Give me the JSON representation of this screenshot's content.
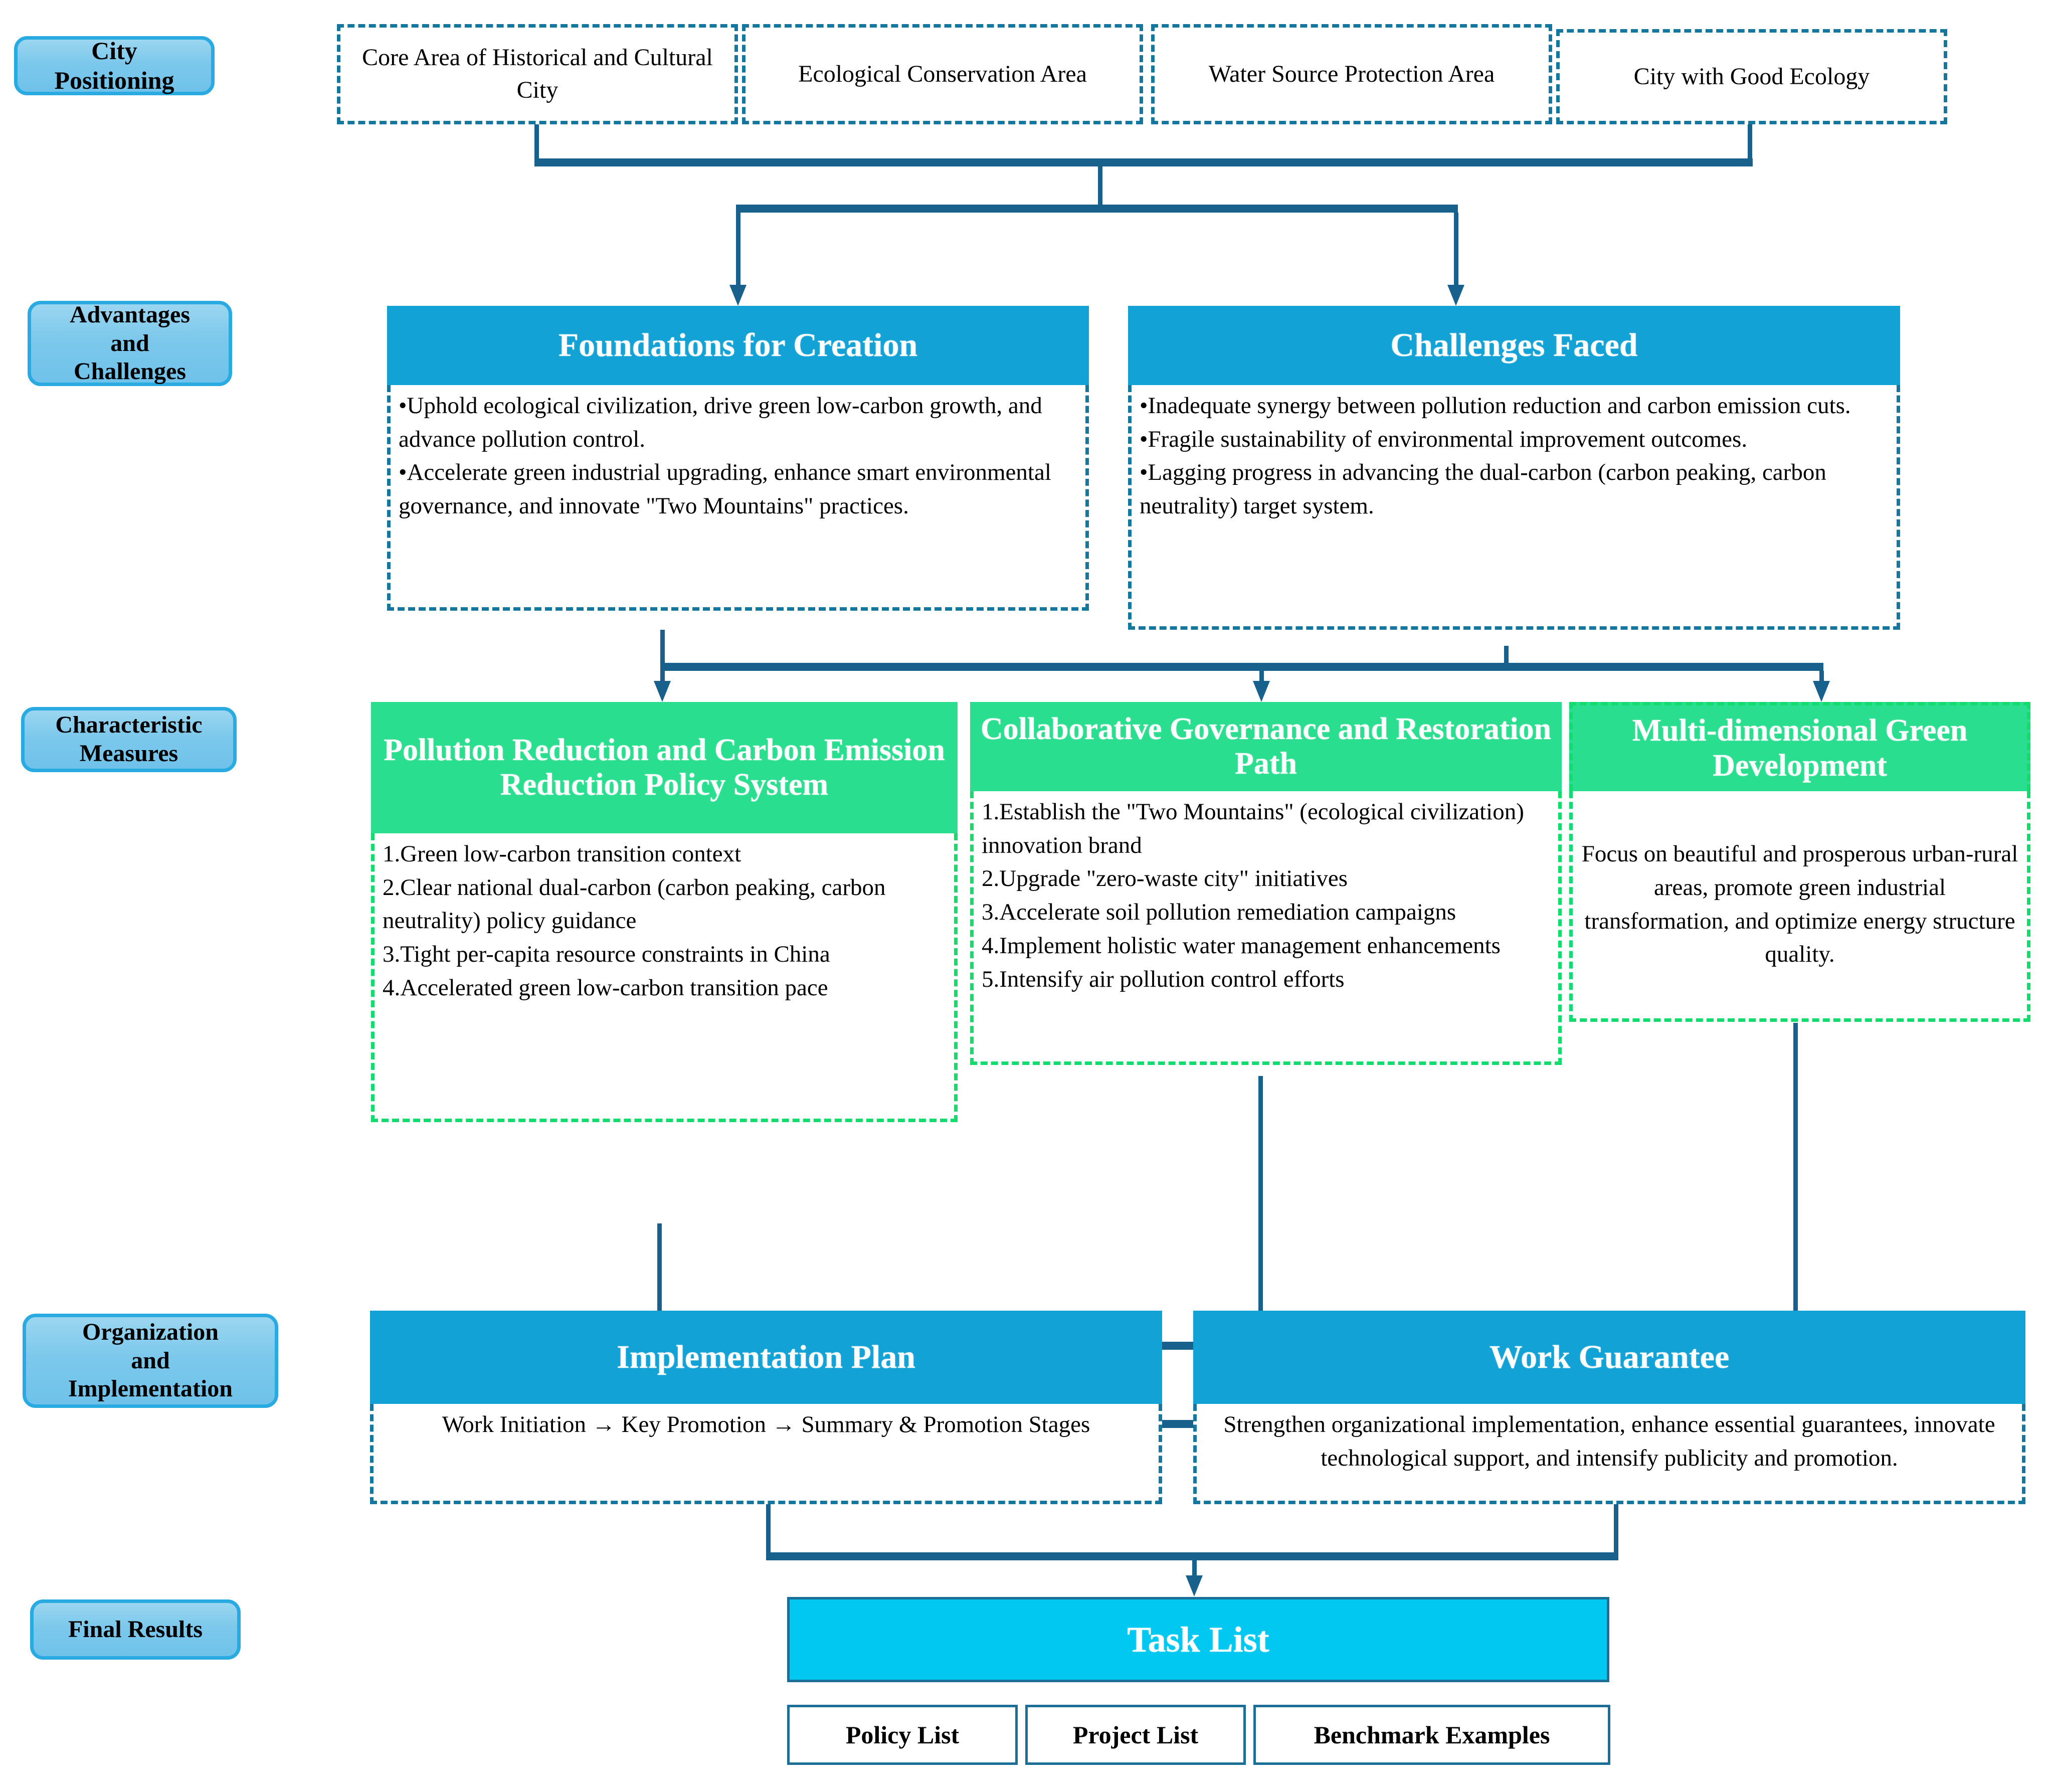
{
  "diagram": {
    "title": "Eco-city creation framework flowchart",
    "colors": {
      "row_label_fill": "#7CC8EC",
      "row_label_border": "#29ABE2",
      "blue_header": "#12A2D6",
      "green_header": "#2ADE8F",
      "dashed_blue": "#15769E",
      "dashed_green": "#12DC6E",
      "task_list_fill": "#00C8F0",
      "connector": "#18618C"
    }
  },
  "row_labels": [
    {
      "id": "city-positioning",
      "text": "City\nPositioning"
    },
    {
      "id": "advantages-and-challenges",
      "text": "Advantages\nand\nChallenges"
    },
    {
      "id": "characteristic-measures",
      "text": "Characteristic\nMeasures"
    },
    {
      "id": "organization-and-implementation",
      "text": "Organization\nand\nImplementation"
    },
    {
      "id": "final-results",
      "text": "Final Results"
    }
  ],
  "city_positioning": {
    "boxes": [
      {
        "id": "core-area",
        "text": "Core Area of Historical and Cultural City"
      },
      {
        "id": "ecological-conservation",
        "text": "Ecological Conservation Area"
      },
      {
        "id": "water-source-protection",
        "text": "Water Source Protection Area"
      },
      {
        "id": "city-good-ecology",
        "text": "City with Good Ecology"
      }
    ]
  },
  "advantages_and_challenges": {
    "foundations": {
      "title": "Foundations for Creation",
      "bullets": [
        "•Uphold ecological civilization, drive green low-carbon growth, and advance pollution control.",
        "•Accelerate green industrial upgrading, enhance smart environmental governance, and innovate \"Two Mountains\" practices."
      ]
    },
    "challenges": {
      "title": "Challenges Faced",
      "bullets": [
        "•Inadequate synergy between pollution reduction and carbon emission cuts.",
        "•Fragile sustainability of environmental improvement outcomes.",
        "•Lagging progress in advancing the dual-carbon (carbon peaking, carbon neutrality) target system."
      ]
    }
  },
  "characteristic_measures": {
    "pollution_policy": {
      "title": "Pollution Reduction and Carbon Emission Reduction Policy System",
      "items": [
        "1.Green low-carbon transition context",
        "2.Clear national dual-carbon (carbon peaking, carbon neutrality) policy guidance",
        "3.Tight per-capita resource constraints in China",
        "4.Accelerated green low-carbon transition pace"
      ]
    },
    "collaborative_governance": {
      "title": "Collaborative Governance and Restoration Path",
      "items": [
        "1.Establish the \"Two Mountains\" (ecological civilization) innovation brand",
        "2.Upgrade \"zero-waste city\" initiatives",
        "3.Accelerate soil pollution remediation campaigns",
        "4.Implement holistic water management enhancements",
        "5.Intensify air pollution control efforts"
      ]
    },
    "multidimensional_green": {
      "title": "Multi-dimensional Green Development",
      "body": "Focus on beautiful and prosperous urban-rural areas, promote green industrial transformation, and optimize energy structure quality."
    }
  },
  "organization_and_implementation": {
    "implementation_plan": {
      "title": "Implementation Plan",
      "body": "Work Initiation → Key Promotion → Summary & Promotion Stages"
    },
    "work_guarantee": {
      "title": "Work Guarantee",
      "body": "Strengthen organizational implementation, enhance essential guarantees, innovate technological support, and intensify publicity and promotion."
    }
  },
  "final_results": {
    "task_list": {
      "title": "Task List"
    },
    "sub_lists": [
      {
        "id": "policy-list",
        "text": "Policy List"
      },
      {
        "id": "project-list",
        "text": "Project List"
      },
      {
        "id": "benchmark-examples",
        "text": "Benchmark Examples"
      }
    ]
  }
}
